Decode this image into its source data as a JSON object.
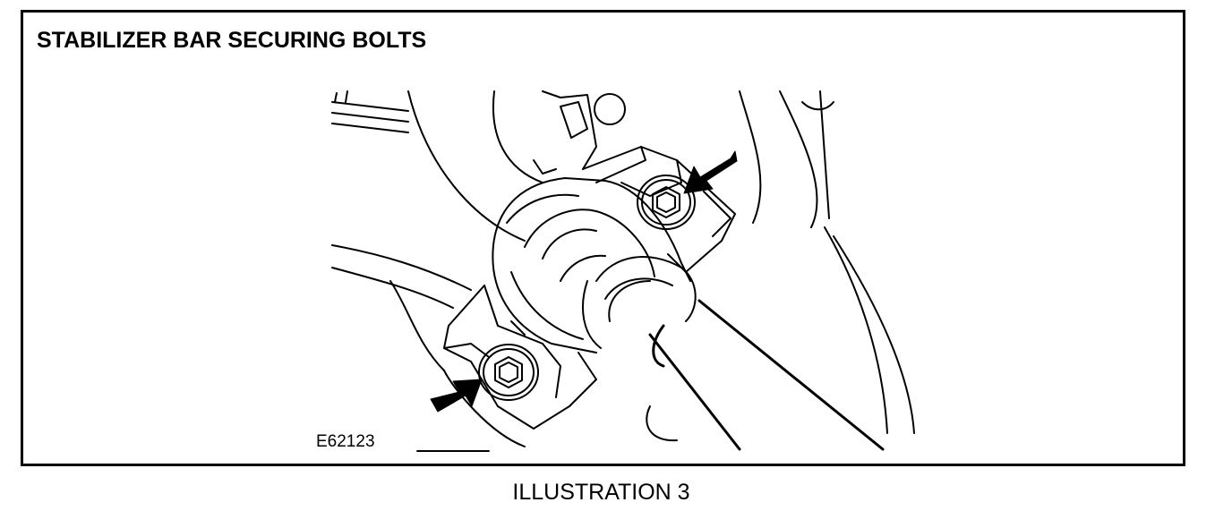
{
  "figure": {
    "title": "STABILIZER BAR SECURING BOLTS",
    "reference_code": "E62123",
    "caption": "ILLUSTRATION 3"
  },
  "colors": {
    "ink": "#000000",
    "paper": "#ffffff"
  },
  "callouts": [
    {
      "icon": "arrow-icon",
      "points_to": "upper bolt"
    },
    {
      "icon": "arrow-icon",
      "points_to": "lower bolt"
    }
  ]
}
